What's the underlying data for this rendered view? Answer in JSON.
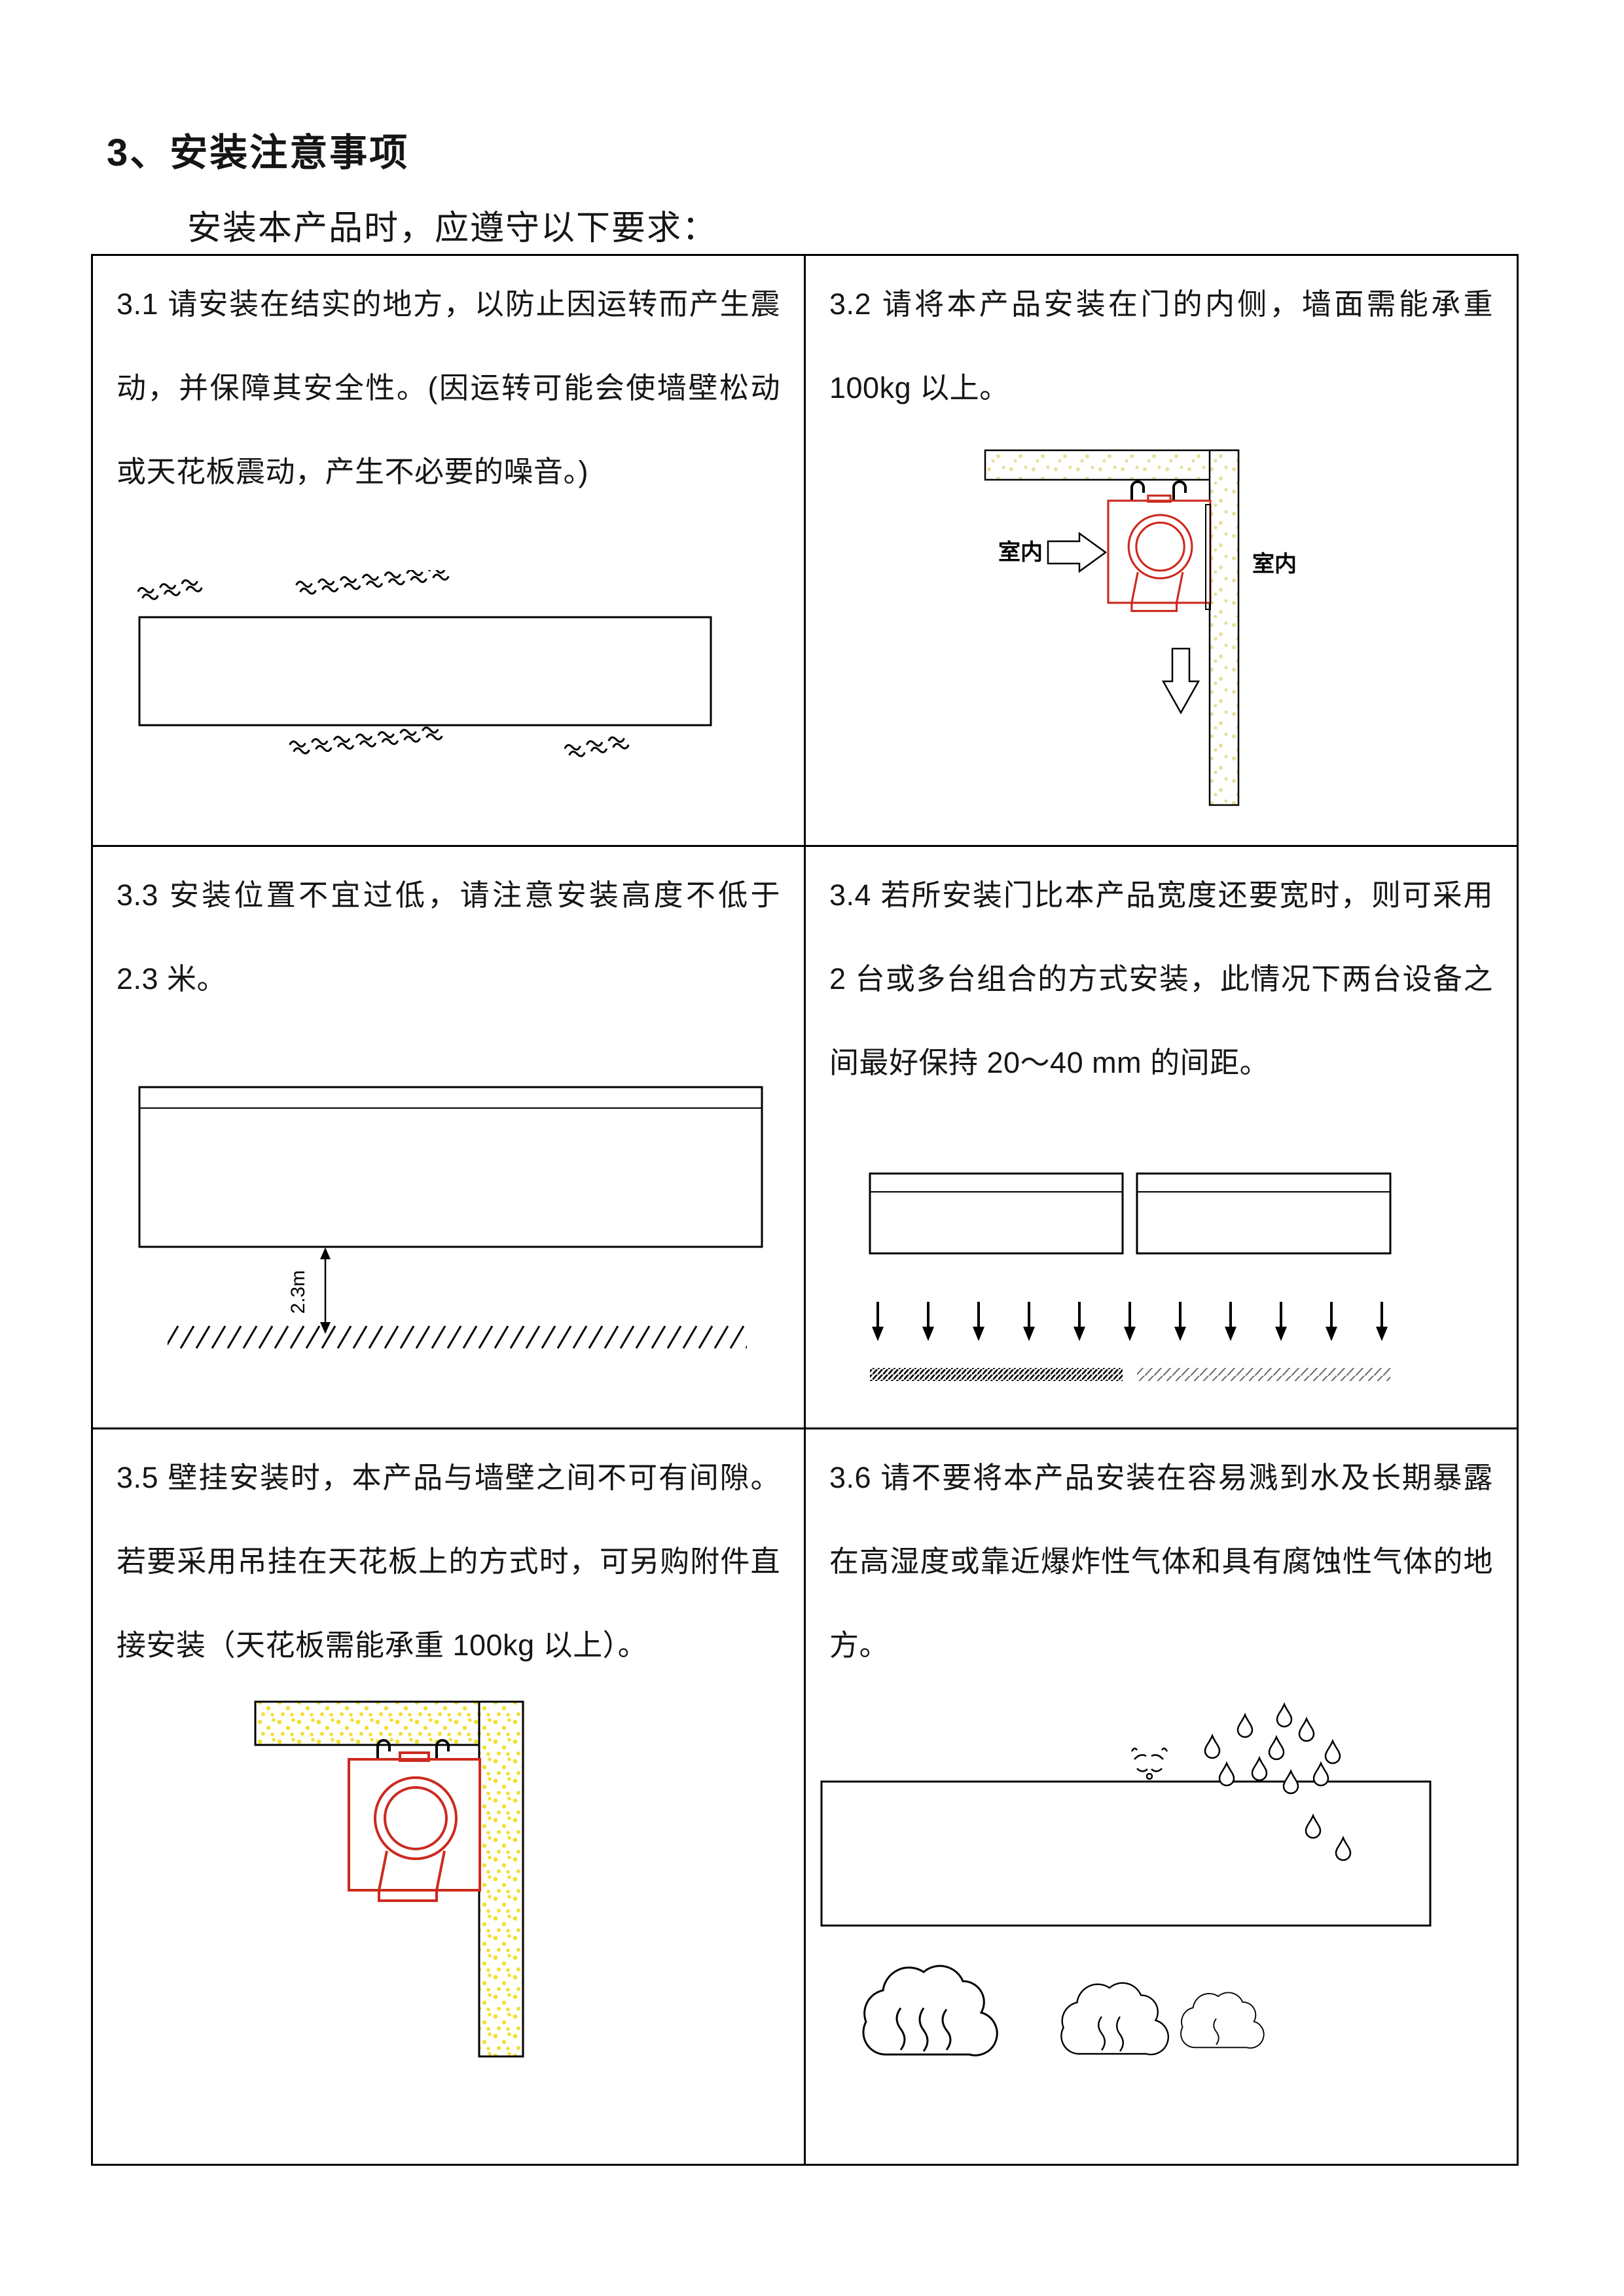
{
  "page": {
    "title": "3、安装注意事项",
    "subtitle": "安装本产品时，应遵守以下要求："
  },
  "notes": {
    "n31": {
      "text": "3.1 请安装在结实的地方，以防止因运转而产生震动，并保障其安全性。(因运转可能会使墙壁松动或天花板震动，产生不必要的噪音。)"
    },
    "n32": {
      "text": "3.2  请将本产品安装在门的内侧，墙面需能承重 100kg 以上。",
      "indoor_label_left": "室内",
      "indoor_label_right": "室内"
    },
    "n33": {
      "text": "3.3 安装位置不宜过低，请注意安装高度不低于 2.3 米。",
      "height_label": "2.3m"
    },
    "n34": {
      "text": "3.4 若所安装门比本产品宽度还要宽时，则可采用 2 台或多台组合的方式安装，此情况下两台设备之间最好保持 20～40 mm 的间距。"
    },
    "n35": {
      "text": "3.5 壁挂安装时，本产品与墙壁之间不可有间隙。若要采用吊挂在天花板上的方式时，可另购附件直接安装（天花板需能承重 100kg 以上）。"
    },
    "n36": {
      "text": "3.6 请不要将本产品安装在容易溅到水及长期暴露在高湿度或靠近爆炸性气体和具有腐蚀性气体的地方。"
    }
  },
  "colors": {
    "diagram_red": "#cc2a1e",
    "speckle_yellow": "#f2e032",
    "speckle_pale": "#e9df9a",
    "ink": "#000000"
  }
}
